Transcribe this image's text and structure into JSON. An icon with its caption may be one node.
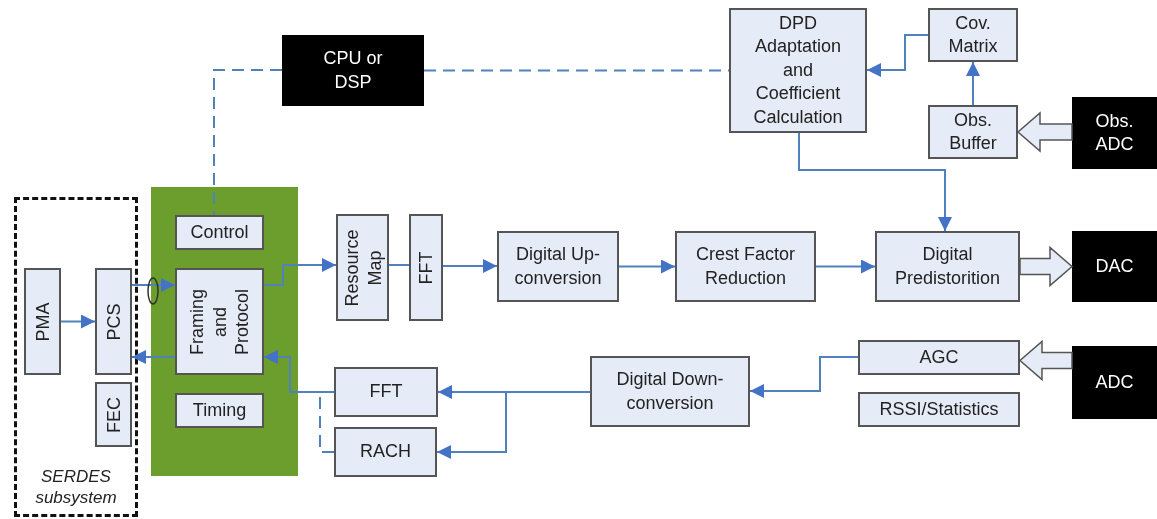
{
  "diagram": {
    "nodes": [
      {
        "text": [
          "SERDES subsystem"
        ]
      },
      {
        "text": [
          "PMA"
        ],
        "in": 0
      },
      {
        "text": [
          "PCS"
        ],
        "in": 0
      },
      {
        "text": [
          "FEC"
        ],
        "in": 0
      },
      {
        "text": [],
        "shape": "box"
      },
      {
        "text": [
          "Control"
        ],
        "in": 4
      },
      {
        "text": [
          "Framing and Protocol"
        ],
        "in": 4
      },
      {
        "text": [
          "Timing"
        ],
        "in": 4
      },
      {
        "text": [
          "CPU or DSP"
        ]
      },
      {
        "text": [
          "DPD Adaptation and Coefficient Calculation"
        ]
      },
      {
        "text": [
          "Cov. Matrix"
        ]
      },
      {
        "text": [
          "Obs. Buffer"
        ]
      },
      {
        "text": [
          "Obs. ADC"
        ]
      },
      {
        "text": [
          "Resource Map"
        ]
      },
      {
        "text": [
          "FFT"
        ]
      },
      {
        "text": [
          "Digital Up-conversion"
        ]
      },
      {
        "text": [
          "Crest Factor Reduction"
        ]
      },
      {
        "text": [
          "Digital Predistorition"
        ]
      },
      {
        "text": [
          "DAC"
        ]
      },
      {
        "text": [
          "AGC"
        ]
      },
      {
        "text": [
          "RSSI/Statistics"
        ]
      },
      {
        "text": [
          "ADC"
        ]
      },
      {
        "text": [
          "Digital Down-conversion"
        ]
      },
      {
        "text": [
          "FFT"
        ]
      },
      {
        "text": [
          "RACH"
        ]
      }
    ],
    "edges": [
      {
        "from": 1,
        "to": 2,
        "arrow": "to"
      },
      {
        "from": 2,
        "to": 6,
        "arrow": "to"
      },
      {
        "from": 6,
        "to": 2,
        "arrow": "to"
      },
      {
        "from": 6,
        "to": 13,
        "arrow": "to"
      },
      {
        "from": 13,
        "to": 14,
        "arrow": "none"
      },
      {
        "from": 14,
        "to": 15,
        "arrow": "to"
      },
      {
        "from": 15,
        "to": 16,
        "arrow": "to"
      },
      {
        "from": 16,
        "to": 17,
        "arrow": "to"
      },
      {
        "from": 17,
        "to": 18,
        "arrow": "to",
        "style": "thick"
      },
      {
        "from": 9,
        "to": 17,
        "arrow": "to"
      },
      {
        "from": 10,
        "to": 9,
        "arrow": "to"
      },
      {
        "from": 11,
        "to": 10,
        "arrow": "to"
      },
      {
        "from": 12,
        "to": 11,
        "arrow": "to",
        "style": "thick"
      },
      {
        "from": 21,
        "to": 19,
        "arrow": "to",
        "style": "thick"
      },
      {
        "from": 19,
        "to": 22,
        "arrow": "to"
      },
      {
        "from": 22,
        "to": 23,
        "arrow": "to"
      },
      {
        "from": 22,
        "to": 24,
        "arrow": "to"
      },
      {
        "from": 23,
        "to": 6,
        "arrow": "to"
      },
      {
        "from": 24,
        "to": 6,
        "arrow": "to",
        "style": "dashed"
      },
      {
        "from": 8,
        "to": 5,
        "arrow": "none",
        "style": "dashed"
      },
      {
        "from": 8,
        "to": 9,
        "arrow": "none",
        "style": "dashed"
      }
    ]
  }
}
